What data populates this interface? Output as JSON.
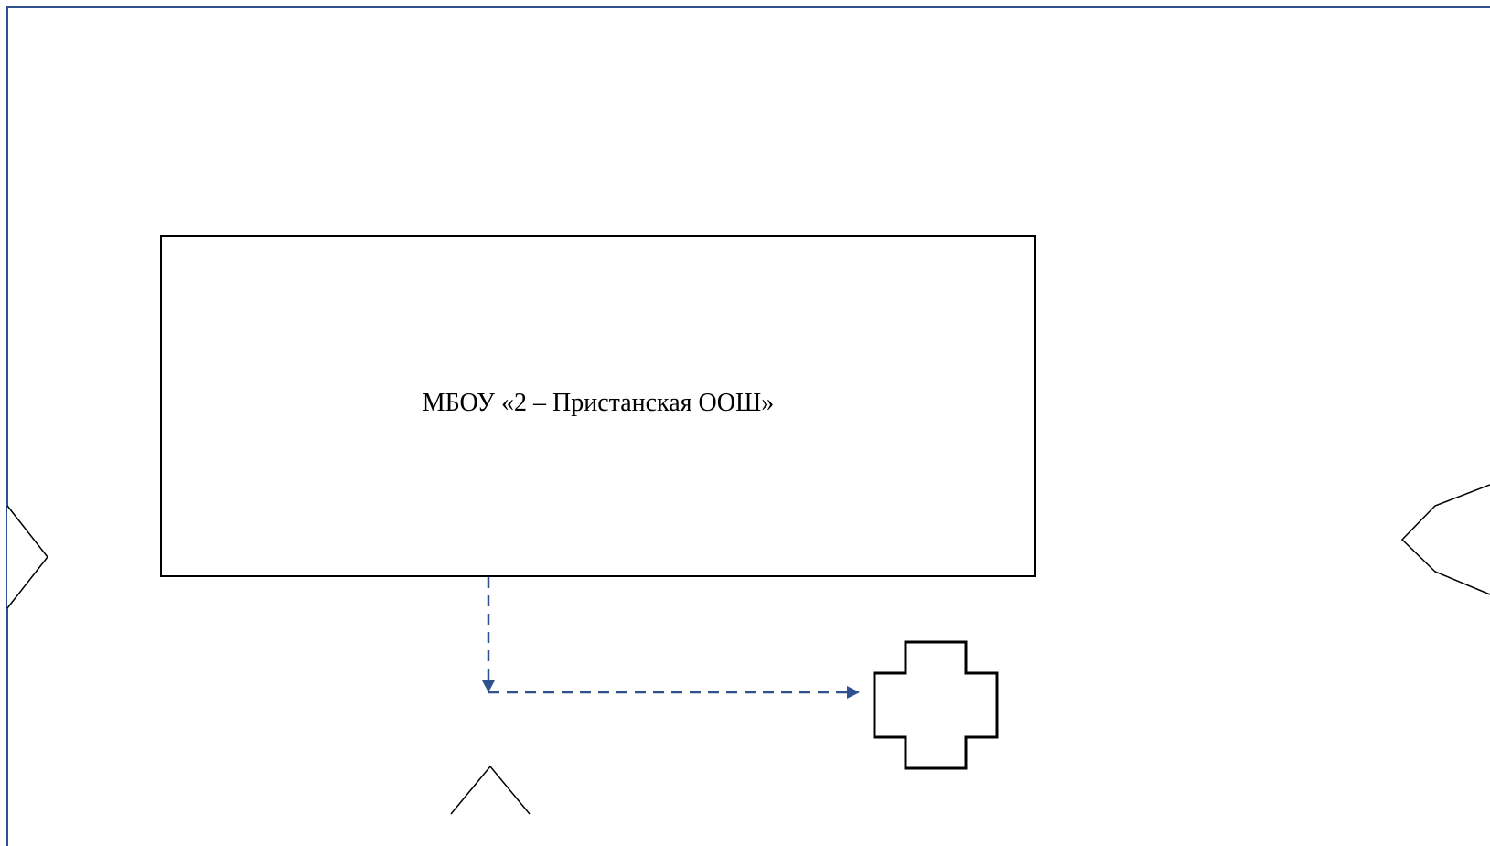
{
  "diagram": {
    "building": {
      "label": "МБОУ «2 – Пристанская ООШ»"
    },
    "medical_point": {
      "icon": "medical-cross-icon"
    },
    "route": {
      "style": "dashed-arrow",
      "color": "#2F528F"
    },
    "markers": {
      "icon": "triangle-marker-icon",
      "count": 3
    },
    "colors": {
      "frame": "#2F528F",
      "outline": "#000000",
      "background": "#FFFFFF"
    }
  }
}
